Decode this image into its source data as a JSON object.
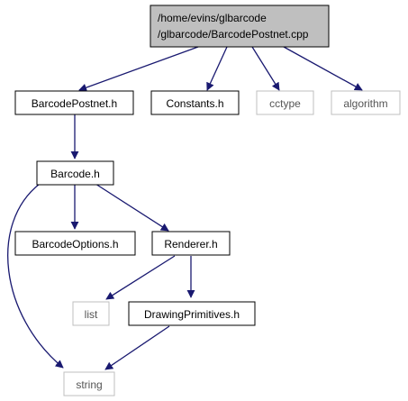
{
  "graph": {
    "nodes": {
      "root": "/home/evins/glbarcode\n/glbarcode/BarcodePostnet.cpp",
      "barcode_postnet_h": "BarcodePostnet.h",
      "constants_h": "Constants.h",
      "cctype": "cctype",
      "algorithm": "algorithm",
      "barcode_h": "Barcode.h",
      "barcode_options_h": "BarcodeOptions.h",
      "renderer_h": "Renderer.h",
      "list": "list",
      "drawing_primitives_h": "DrawingPrimitives.h",
      "string": "string"
    },
    "edges": [
      [
        "root",
        "barcode_postnet_h"
      ],
      [
        "root",
        "constants_h"
      ],
      [
        "root",
        "cctype"
      ],
      [
        "root",
        "algorithm"
      ],
      [
        "barcode_postnet_h",
        "barcode_h"
      ],
      [
        "barcode_h",
        "barcode_options_h"
      ],
      [
        "barcode_h",
        "renderer_h"
      ],
      [
        "barcode_h",
        "string"
      ],
      [
        "renderer_h",
        "list"
      ],
      [
        "renderer_h",
        "drawing_primitives_h"
      ],
      [
        "drawing_primitives_h",
        "string"
      ]
    ],
    "colors": {
      "edge": "#191970",
      "node_border": "#000000",
      "external_border": "#bfbfbf",
      "root_fill": "#bfbfbf",
      "external_text": "#555555"
    }
  }
}
